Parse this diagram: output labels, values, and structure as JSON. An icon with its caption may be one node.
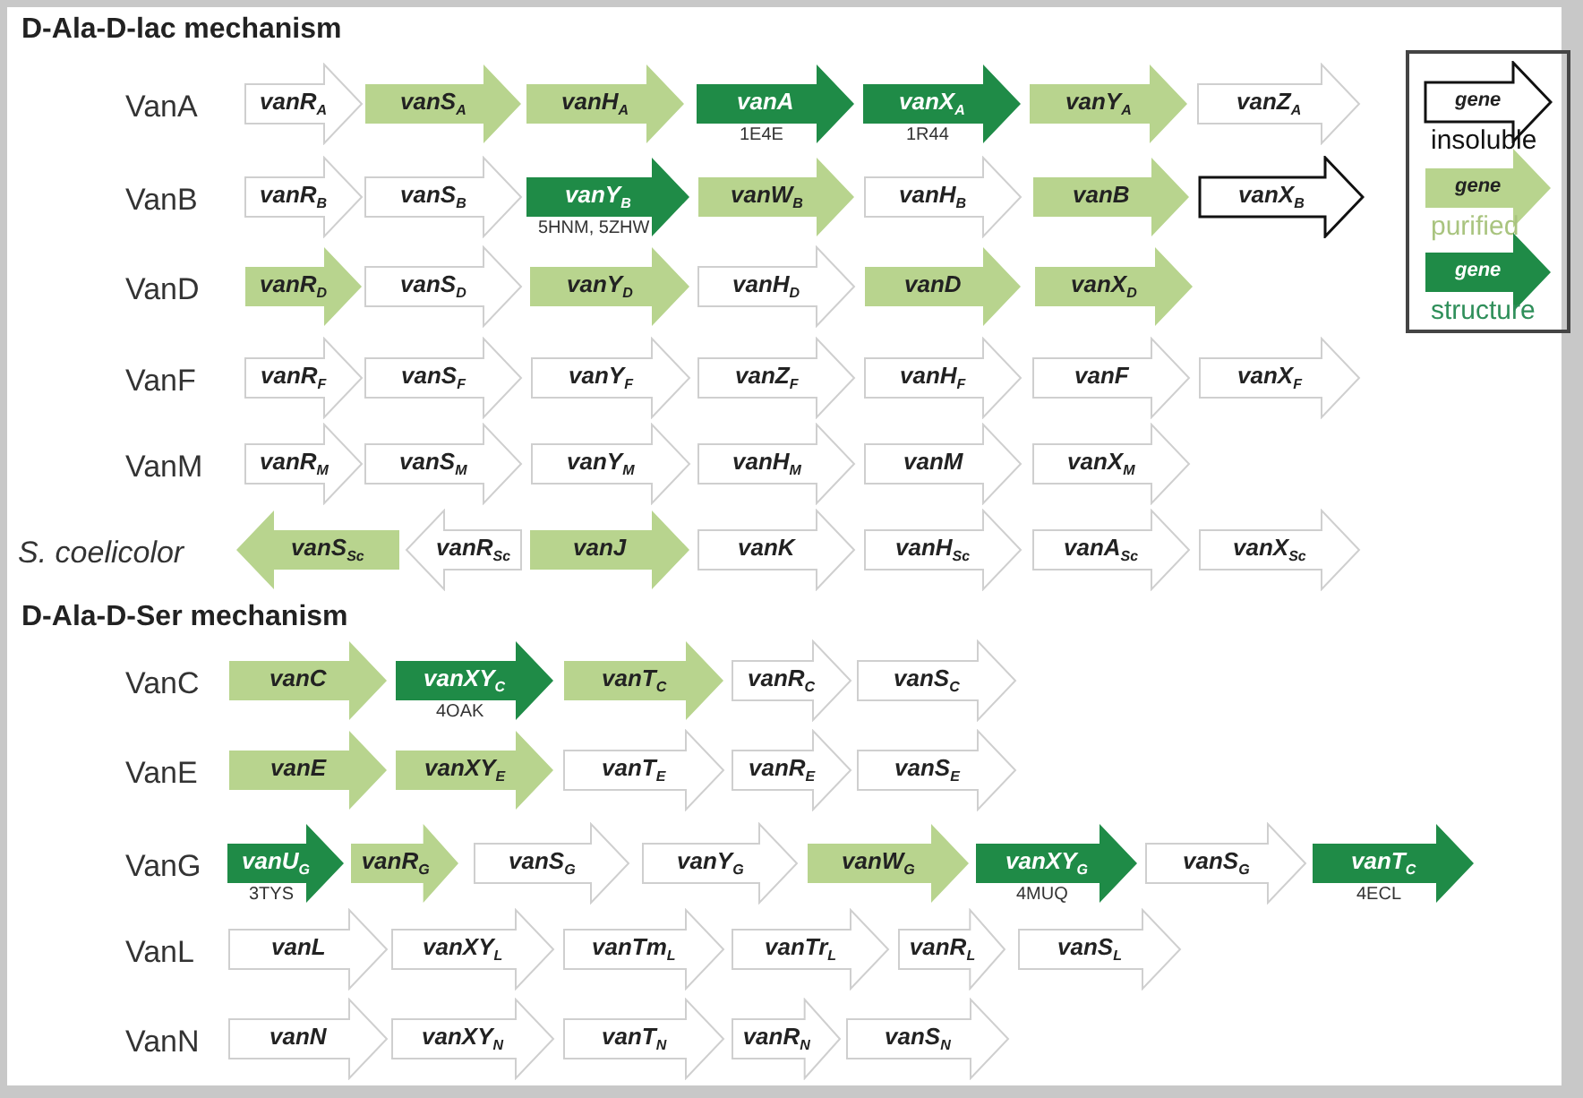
{
  "diagram": {
    "nodes": [
      {
        "text": [
          "vanR$_{A}$"
        ]
      },
      {
        "text": [
          "vanS$_{A}$"
        ]
      },
      {
        "text": [
          "vanH$_{A}$"
        ]
      },
      {
        "text": [
          "vanA"
        ],
        "beside": [
          "1E4E"
        ]
      },
      {
        "text": [
          "vanX$_{A}$"
        ],
        "beside": [
          "1R44"
        ]
      },
      {
        "text": [
          "vanY$_{A}$"
        ]
      },
      {
        "text": [
          "vanZ$_{A}$"
        ]
      },
      {
        "text": [
          "vanR$_{B}$"
        ]
      },
      {
        "text": [
          "vanS$_{B}$"
        ]
      },
      {
        "text": [
          "vanY$_{B}$"
        ],
        "beside": [
          "5HNM, 5ZHW"
        ]
      },
      {
        "text": [
          "vanW$_{B}$"
        ]
      },
      {
        "text": [
          "vanH$_{B}$"
        ]
      },
      {
        "text": [
          "vanB"
        ]
      },
      {
        "text": [
          "vanX$_{B}$"
        ]
      },
      {
        "text": [
          "vanR$_{D}$"
        ]
      },
      {
        "text": [
          "vanS$_{D}$"
        ]
      },
      {
        "text": [
          "vanY$_{D}$"
        ]
      },
      {
        "text": [
          "vanH$_{D}$"
        ]
      },
      {
        "text": [
          "vanD"
        ]
      },
      {
        "text": [
          "vanX$_{D}$"
        ]
      },
      {
        "text": [
          "vanR$_{F}$"
        ]
      },
      {
        "text": [
          "vanS$_{F}$"
        ]
      },
      {
        "text": [
          "vanY$_{F}$"
        ]
      },
      {
        "text": [
          "vanZ$_{F}$"
        ]
      },
      {
        "text": [
          "vanH$_{F}$"
        ]
      },
      {
        "text": [
          "vanF"
        ]
      },
      {
        "text": [
          "vanX$_{F}$"
        ]
      },
      {
        "text": [
          "vanR$_{M}$"
        ]
      },
      {
        "text": [
          "vanS$_{M}$"
        ]
      },
      {
        "text": [
          "vanY$_{M}$"
        ]
      },
      {
        "text": [
          "vanH$_{M}$"
        ]
      },
      {
        "text": [
          "vanM"
        ]
      },
      {
        "text": [
          "vanX$_{M}$"
        ]
      },
      {
        "text": [
          "vanS$_{Sc}$"
        ]
      },
      {
        "text": [
          "vanR$_{Sc}$"
        ]
      },
      {
        "text": [
          "vanJ"
        ]
      },
      {
        "text": [
          "vanK"
        ]
      },
      {
        "text": [
          "vanH$_{Sc}$"
        ]
      },
      {
        "text": [
          "vanA$_{Sc}$"
        ]
      },
      {
        "text": [
          "vanX$_{Sc}$"
        ]
      },
      {
        "text": [
          "vanC"
        ]
      },
      {
        "text": [
          "vanXY$_{C}$"
        ],
        "beside": [
          "4OAK"
        ]
      },
      {
        "text": [
          "vanT$_{C}$"
        ]
      },
      {
        "text": [
          "vanR$_{C}$"
        ]
      },
      {
        "text": [
          "vanS$_{C}$"
        ]
      },
      {
        "text": [
          "vanE"
        ]
      },
      {
        "text": [
          "vanXY$_{E}$"
        ]
      },
      {
        "text": [
          "vanT$_{E}$"
        ]
      },
      {
        "text": [
          "vanR$_{E}$"
        ]
      },
      {
        "text": [
          "vanS$_{E}$"
        ]
      },
      {
        "text": [
          "vanU$_{G}$"
        ],
        "beside": [
          "3TYS"
        ]
      },
      {
        "text": [
          "vanR$_{G}$"
        ]
      },
      {
        "text": [
          "vanS$_{G}$"
        ]
      },
      {
        "text": [
          "vanY$_{G}$"
        ]
      },
      {
        "text": [
          "vanW$_{G}$"
        ]
      },
      {
        "text": [
          "vanXY$_{G}$"
        ],
        "beside": [
          "4MUQ"
        ]
      },
      {
        "text": [
          "vanS$_{G}$"
        ]
      },
      {
        "text": [
          "vanT$_{C}$"
        ],
        "beside": [
          "4ECL"
        ]
      },
      {
        "text": [
          "vanL"
        ]
      },
      {
        "text": [
          "vanXY$_{L}$"
        ]
      },
      {
        "text": [
          "vanTm$_{L}$"
        ]
      },
      {
        "text": [
          "vanTr$_{L}$"
        ]
      },
      {
        "text": [
          "vanR$_{L}$"
        ]
      },
      {
        "text": [
          "vanS$_{L}$"
        ]
      },
      {
        "text": [
          "vanN"
        ]
      },
      {
        "text": [
          "vanXY$_{N}$"
        ]
      },
      {
        "text": [
          "vanT$_{N}$"
        ]
      },
      {
        "text": [
          "vanR$_{N}$"
        ]
      },
      {
        "text": [
          "vanS$_{N}$"
        ]
      },
      {
        "text": [],
        "shape": "box"
      },
      {
        "text": [
          "gene"
        ],
        "beside": [
          "insoluble"
        ],
        "in": 69
      },
      {
        "text": [
          "gene"
        ],
        "beside": [
          "purified"
        ],
        "in": 69
      },
      {
        "text": [
          "gene"
        ],
        "beside": [
          "structure"
        ],
        "in": 69
      }
    ],
    "labels": [
      "D-Ala-D-lac mechanism",
      "VanA",
      "VanB",
      "VanD",
      "VanF",
      "VanM",
      "S. coelicolor",
      "D-Ala-D-Ser mechanism",
      "VanC",
      "VanE",
      "VanG",
      "VanL",
      "VanN"
    ]
  }
}
